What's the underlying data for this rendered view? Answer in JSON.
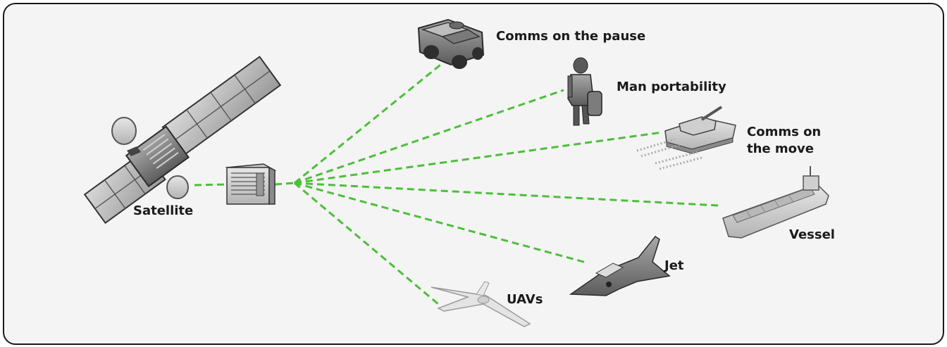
{
  "diagram": {
    "labels": {
      "satellite": "Satellite",
      "comms_on_the_pause": "Comms on the pause",
      "man_portability": "Man portability",
      "comms_on_the_move": "Comms on the move",
      "vessel": "Vessel",
      "jet": "Jet",
      "uavs": "UAVs"
    },
    "colors": {
      "link_line": "#4cbf3a",
      "label_text": "#1a1a1a",
      "panel_bg": "#f4f4f4",
      "border": "#1a1a1a"
    },
    "icons": [
      "satellite-icon",
      "modem-rack-icon",
      "humvee-icon",
      "soldier-icon",
      "tank-icon",
      "cargo-ship-icon",
      "fighter-jet-icon",
      "uav-icon"
    ]
  }
}
